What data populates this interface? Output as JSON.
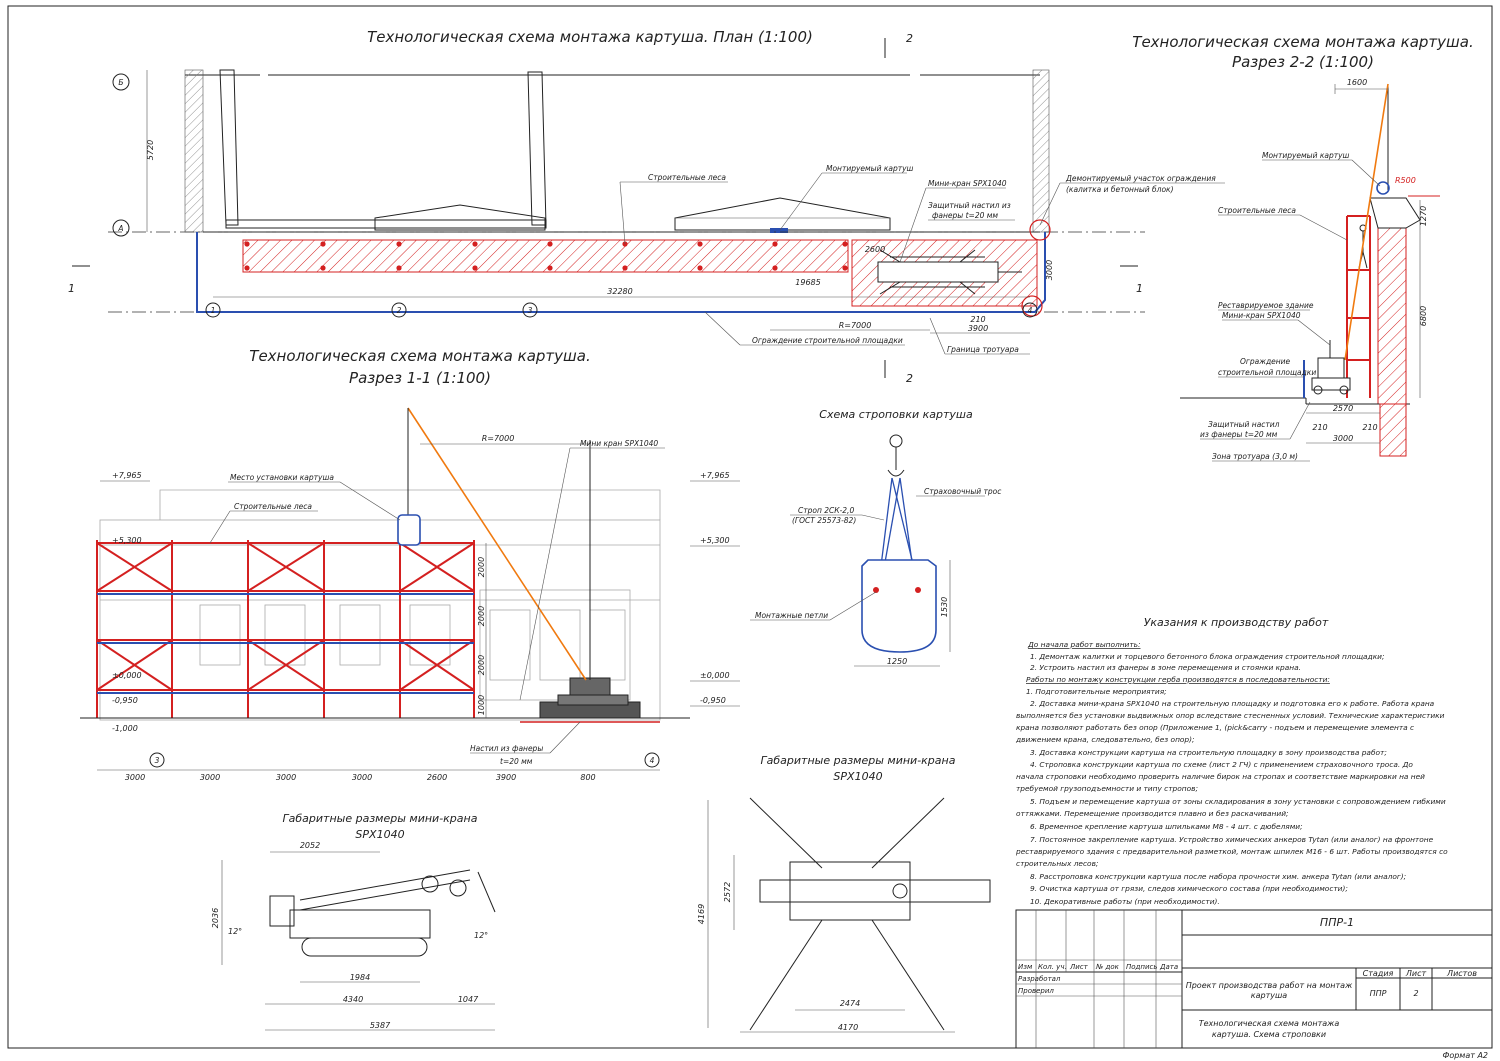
{
  "titles": {
    "plan": "Технологическая схема монтажа картуша. План (1:100)",
    "section22_line1": "Технологическая схема монтажа картуша.",
    "section22_line2": "Разрез 2-2 (1:100)",
    "section11_line1": "Технологическая схема монтажа картуша.",
    "section11_line2": "Разрез 1-1 (1:100)",
    "slinging": "Схема строповки картуша",
    "crane_dims_left_1": "Габаритные размеры мини-крана",
    "crane_dims_left_2": "SPX1040",
    "crane_dims_mid_1": "Габаритные размеры мини-крана",
    "crane_dims_mid_2": "SPX1040",
    "instructions": "Указания к производству работ"
  },
  "plan": {
    "axis_b": "Б",
    "axis_a": "А",
    "axis_1": "1",
    "axis_2": "2",
    "axis_3": "3",
    "axis_4": "4",
    "cut_2": "2",
    "cut_1": "1",
    "dim_5720": "5720",
    "dim_32280": "32280",
    "dim_19685": "19685",
    "dim_2600": "2600",
    "dim_r7000": "R=7000",
    "dim_3900": "3900",
    "dim_210": "210",
    "dim_3000": "3000",
    "lbl_scaffold": "Строительные леса",
    "lbl_cartouche": "Монтируемый картуш",
    "lbl_crane": "Мини-кран SPX1040",
    "lbl_deck_1": "Защитный настил из",
    "lbl_deck_2": "фанеры t=20 мм",
    "lbl_dismantle_1": "Демонтируемый участок ограждения",
    "lbl_dismantle_2": "(калитка и бетонный блок)",
    "lbl_fence": "Ограждение строительной площадки",
    "lbl_sidewalk": "Граница тротуара"
  },
  "section22": {
    "dim_1600": "1600",
    "dim_1270": "1270",
    "dim_6800": "6800",
    "dim_2570": "2570",
    "dim_210a": "210",
    "dim_210b": "210",
    "dim_3000": "3000",
    "r500": "R500",
    "lbl_cartouche": "Монтируемый картуш",
    "lbl_scaffold": "Строительные леса",
    "lbl_building": "Реставрируемое здание",
    "lbl_crane": "Мини-кран SPX1040",
    "lbl_fence_1": "Ограждение",
    "lbl_fence_2": "строительной площадки",
    "lbl_deck_1": "Защитный настил",
    "lbl_deck_2": "из фанеры t=20 мм",
    "lbl_zone": "Зона тротуара (3,0 м)"
  },
  "section11": {
    "r7000": "R=7000",
    "lbl_crane": "Мини кран SPX1040",
    "lbl_place": "Место установки картуша",
    "lbl_scaffold": "Строительные леса",
    "lbl_deck_1": "Настил из фанеры",
    "lbl_deck_2": "t=20 мм",
    "lvl_7965_l": "+7,965",
    "lvl_7965_r": "+7,965",
    "lvl_5300_l": "+5,300",
    "lvl_5300_r": "+5,300",
    "lvl_0_l": "±0,000",
    "lvl_0_r": "±0,000",
    "lvl_m095_l": "-0,950",
    "lvl_m095_r": "-0,950",
    "lvl_m1": "-1,000",
    "h2000a": "2000",
    "h2000b": "2000",
    "h2000c": "2000",
    "h1000": "1000",
    "dims": [
      "3000",
      "3000",
      "3000",
      "3000",
      "2600",
      "3900",
      "800"
    ],
    "axis_3": "3",
    "axis_4": "4"
  },
  "slinging": {
    "lbl_safety": "Страховочный трос",
    "lbl_sling_1": "Строп 2СК-2,0",
    "lbl_sling_2": "(ГОСТ 25573-82)",
    "lbl_loops": "Монтажные петли",
    "dim_1530": "1530",
    "dim_1250": "1250"
  },
  "crane_left": {
    "dim_2052": "2052",
    "dim_2036": "2036",
    "dim_1984": "1984",
    "dim_4340": "4340",
    "dim_1047": "1047",
    "dim_5387": "5387",
    "ang_l": "12°",
    "ang_r": "12°"
  },
  "crane_mid": {
    "dim_4169": "4169",
    "dim_2572": "2572",
    "dim_2474": "2474",
    "dim_4170": "4170"
  },
  "instructions": {
    "head1": "До начала работ выполнить:",
    "l1": "1.  Демонтаж калитки и торцевого бетонного блока ограждения строительной площадки;",
    "l2": "2.  Устроить настил из фанеры в зоне перемещения и стоянки крана.",
    "head2": "Работы по монтажу конструкции герба производятся в последовательности:",
    "m1": "1. Подготовительные мероприятия;",
    "m2a": "2.  Доставка мини-крана SPX1040 на строительную площадку и подготовка его к работе. Работа крана",
    "m2b": "выполняется без установки выдвижных опор вследствие стесненных условий. Технические характеристики",
    "m2c": "крана позволяют работать без опор (Приложение 1, (pick&carry - подъем и перемещение элемента с",
    "m2d": "движением крана, следовательно, без опор);",
    "m3": "3.  Доставка конструкции картуша на строительную площадку в зону производства работ;",
    "m4a": "4.  Строповка конструкции картуша по схеме (лист 2 ГЧ) с применением страховочного троса. До",
    "m4b": "начала строповки необходимо проверить наличие бирок на стропах и соответствие маркировки на ней",
    "m4c": "требуемой грузоподъемности и типу стропов;",
    "m5a": "5.  Подъем и перемещение картуша от зоны складирования в зону установки с сопровождением гибкими",
    "m5b": "оттяжками. Перемещение производится плавно и без раскачиваний;",
    "m6": "6.  Временное крепление картуша шпильками М8 - 4 шт. с дюбелями;",
    "m7a": "7.  Постоянное закрепление картуша. Устройство химических анкеров Tytan (или аналог) на фронтоне",
    "m7b": "реставрируемого здания с предварительной разметкой, монтаж шпилек М16 - 6 шт. Работы производятся со",
    "m7c": "строительных лесов;",
    "m8": "8.  Расстроповка конструкции картуша после набора прочности хим. анкера Tytan (или аналог);",
    "m9": "9.  Очистка картуша от грязи, следов химического состава (при необходимости);",
    "m10": "10.  Декоративные работы (при необходимости)."
  },
  "titleblock": {
    "code": "ППР-1",
    "col_izm": "Изм",
    "col_kol": "Кол. уч.",
    "col_list": "Лист",
    "col_ndok": "№ док",
    "col_podp": "Подпись",
    "col_data": "Дата",
    "row_razrab": "Разработал",
    "row_prover": "Проверил",
    "project_1": "Проект производства работ на монтаж",
    "project_2": "картуша",
    "stage_h": "Стадия",
    "sheet_h": "Лист",
    "sheets_h": "Листов",
    "stage_v": "ППР",
    "sheet_v": "2",
    "sheets_v": "",
    "desc_1": "Технологическая схема монтажа",
    "desc_2": "картуша. Схема строповки",
    "format": "Формат А2"
  },
  "colors": {
    "scaffold": "#d42020",
    "fence": "#2a4fb0",
    "boom": "#f07a10",
    "line": "#222222"
  }
}
